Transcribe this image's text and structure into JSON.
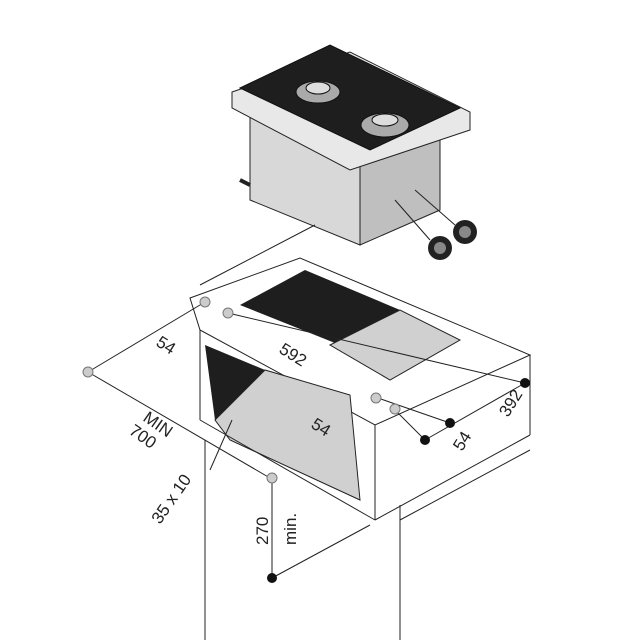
{
  "labels": {
    "rear_margin": "54",
    "cutout_width": "592",
    "min_depth": "MIN\n700",
    "min_depth_line1": "MIN",
    "min_depth_line2": "700",
    "front_margin": "54",
    "cutout_depth": "392",
    "side_margin": "54",
    "vent_slot": "35 x 10",
    "min_height_line1": "270",
    "min_height_line2": "min."
  },
  "colors": {
    "line": "#222222",
    "grate": "#1a1a1a",
    "steel": "#c8c8c8",
    "marker_open": "#cccccc",
    "marker_filled": "#111111"
  },
  "icons": [
    "gas-hob-unit",
    "cabinet-cutout"
  ]
}
